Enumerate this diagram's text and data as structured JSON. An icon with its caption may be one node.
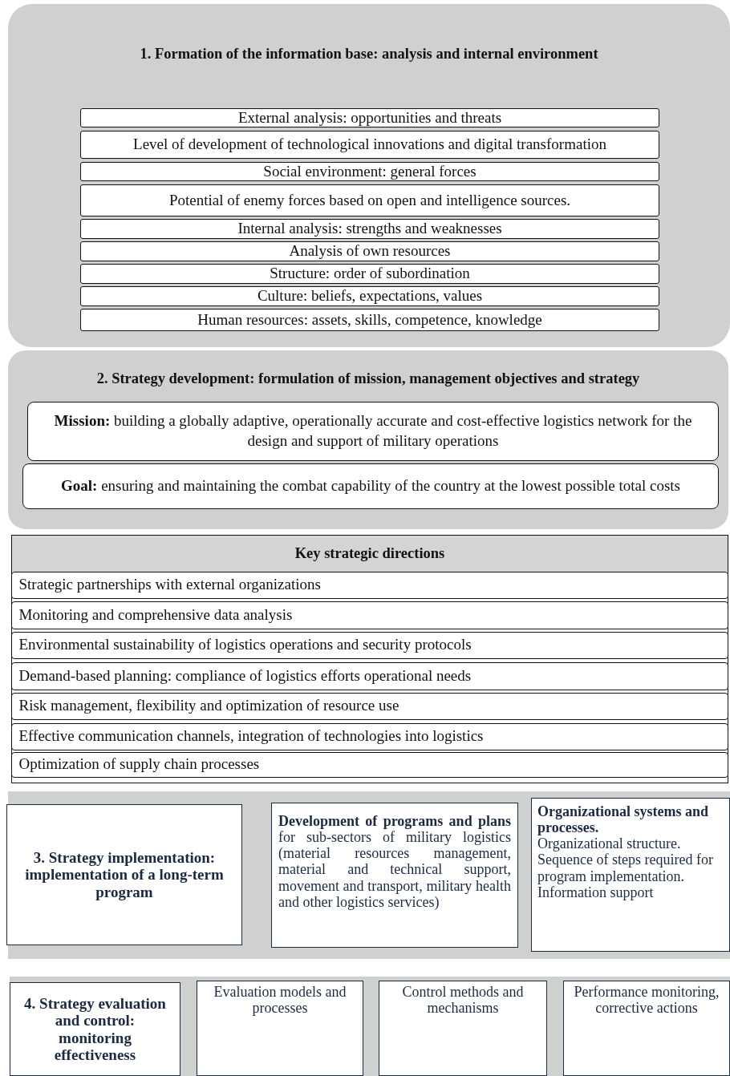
{
  "diagram": {
    "nodes": [
      {
        "text": [
          "1. Formation of the information base: analysis and internal environment"
        ]
      },
      {
        "text": [
          "External analysis: opportunities and threats"
        ],
        "in": 0
      },
      {
        "text": [
          "Level of development of technological innovations and digital transformation"
        ],
        "in": 0
      },
      {
        "text": [
          "Social environment: general forces"
        ],
        "in": 0
      },
      {
        "text": [
          "Potential of enemy forces based on open and intelligence sources."
        ],
        "in": 0
      },
      {
        "text": [
          "Internal analysis: strengths and weaknesses"
        ],
        "in": 0
      },
      {
        "text": [
          "Analysis of own resources"
        ],
        "in": 0
      },
      {
        "text": [
          "Structure: order of subordination"
        ],
        "in": 0
      },
      {
        "text": [
          "Culture: beliefs, expectations, values"
        ],
        "in": 0
      },
      {
        "text": [
          "Human resources: assets, skills, competence, knowledge"
        ],
        "in": 0
      },
      {
        "text": [
          "2. Strategy development: formulation of mission, management objectives and strategy"
        ]
      },
      {
        "text": [
          "**Mission:** building a globally adaptive, operationally accurate and cost-effective logistics network for the design and support of military operations"
        ],
        "in": 10
      },
      {
        "text": [
          "**Goal:** ensuring and maintaining the combat capability of the country at the lowest possible total costs"
        ],
        "in": 10
      },
      {
        "text": [
          "Key strategic directions"
        ]
      },
      {
        "text": [
          "Strategic partnerships with external organizations"
        ],
        "in": 13
      },
      {
        "text": [
          "Monitoring and comprehensive data analysis"
        ],
        "in": 13
      },
      {
        "text": [
          "Environmental sustainability of logistics operations and security protocols"
        ],
        "in": 13
      },
      {
        "text": [
          "Demand-based planning: compliance of logistics efforts operational needs"
        ],
        "in": 13
      },
      {
        "text": [
          "Risk management, flexibility and optimization of resource use"
        ],
        "in": 13
      },
      {
        "text": [
          "Effective communication channels, integration of technologies into logistics"
        ],
        "in": 13
      },
      {
        "text": [
          "Optimization of supply chain processes"
        ],
        "in": 13
      },
      {
        "text": [],
        "shape": "box"
      },
      {
        "text": [
          "3. Strategy implementation: implementation of a long-term program"
        ],
        "in": 21
      },
      {
        "text": [
          "**Development of programs and plans** for sub-sectors of military logistics (material resources management, material and technical support, movement and transport, military health and other logistics services)"
        ],
        "in": 21
      },
      {
        "text": [
          "Organizational systems and processes.",
          "Organizational structure.",
          "Sequence of steps required for program implementation.",
          "Information support"
        ],
        "in": 21
      },
      {
        "text": [],
        "shape": "box"
      },
      {
        "text": [
          "4. Strategy evaluation and control: monitoring effectiveness"
        ],
        "in": 25
      },
      {
        "text": [
          "Evaluation models and processes"
        ],
        "in": 25
      },
      {
        "text": [
          "Control methods and mechanisms"
        ],
        "in": 25
      },
      {
        "text": [
          "Performance monitoring, corrective actions"
        ],
        "in": 25
      }
    ],
    "edges": []
  }
}
